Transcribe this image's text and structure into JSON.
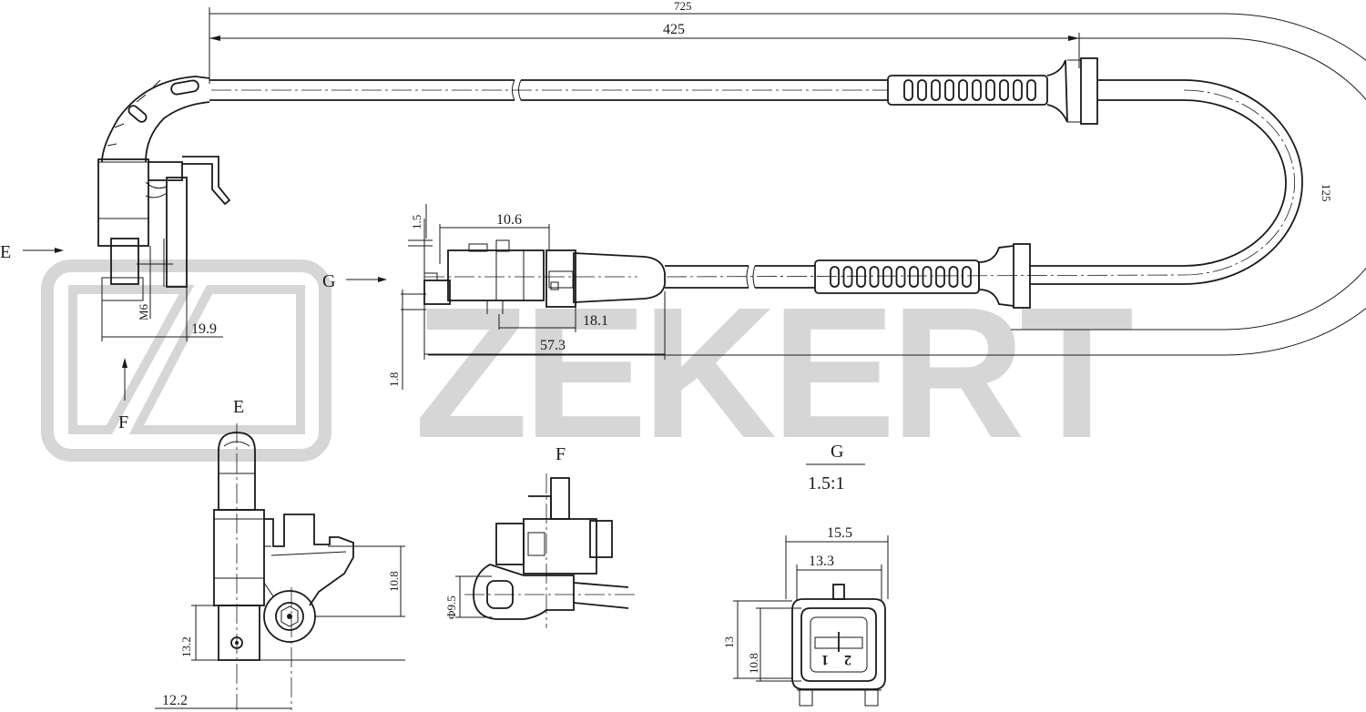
{
  "brand": {
    "watermark_text": "ZEKERT",
    "watermark_color": "#d6d6d6"
  },
  "dimensions": {
    "total_length": "725",
    "cable_length": "425",
    "bend_radius": "125",
    "pin_offset": "1.5",
    "connector_tip": "10.6",
    "connector_body": "18.1",
    "connector_length": "57.3",
    "connector_height": "1.8",
    "thread": "M6",
    "sensor_depth": "19.9",
    "bracket_height": "10.8",
    "sensor_offset": "13.2",
    "sensor_width": "12.2",
    "sensor_diameter": "Φ9.5",
    "plug_outer_width": "15.5",
    "plug_inner_width": "13.3",
    "plug_outer_height": "13",
    "plug_inner_height": "10.8"
  },
  "views": {
    "e_arrow": "E",
    "f_arrow": "F",
    "g_arrow": "G",
    "e_title": "E",
    "f_title": "F",
    "g_title": "G",
    "g_scale": "1.5:1"
  },
  "plug_pins": {
    "pin_2": "2",
    "pin_1": "1"
  }
}
